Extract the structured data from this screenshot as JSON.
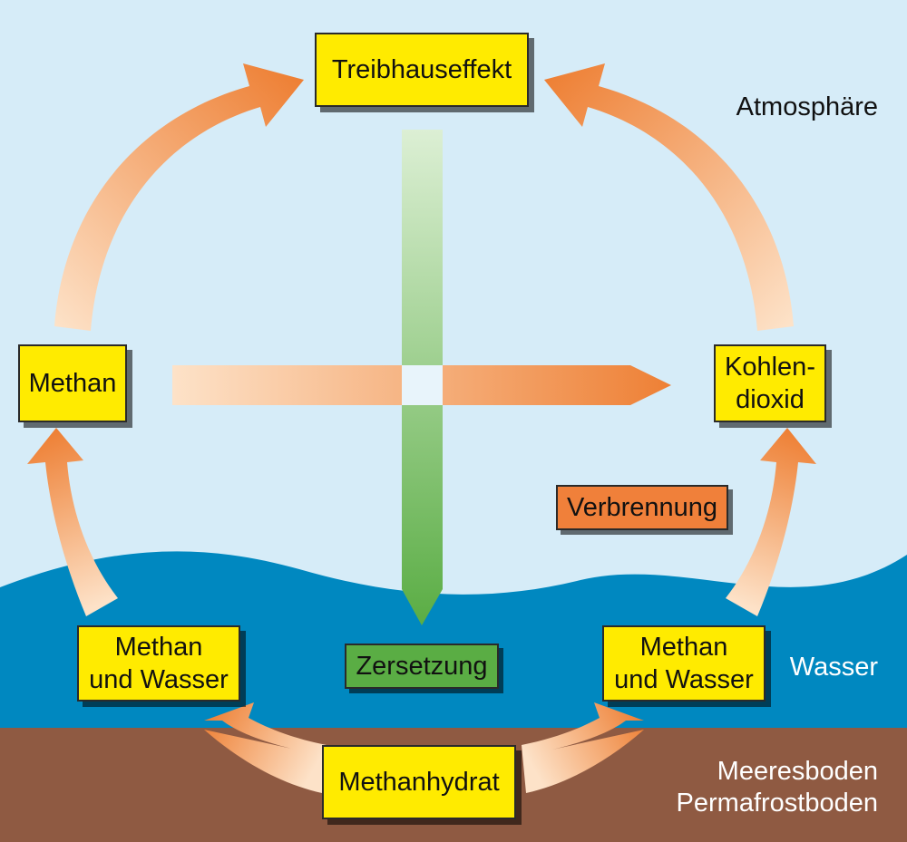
{
  "nodes": {
    "treibhauseffekt": "Treibhauseffekt",
    "methan": "Methan",
    "kohlendioxid": [
      "Kohlen-",
      "dioxid"
    ],
    "methan_wasser_left": [
      "Methan",
      "und Wasser"
    ],
    "methan_wasser_right": [
      "Methan",
      "und Wasser"
    ],
    "methanhydrat": "Methanhydrat"
  },
  "processes": {
    "verbrennung": "Verbrennung",
    "zersetzung": "Zersetzung"
  },
  "zones": {
    "atmosphaere": "Atmosphäre",
    "wasser": "Wasser",
    "meeresboden": "Meeresboden",
    "permafrostboden": "Permafrostboden"
  },
  "colors": {
    "sky": "#d6ecf8",
    "water": "#0088c0",
    "ground": "#8f5a42",
    "box_fill": "#ffeb00",
    "arrow_orange": "#ee8035",
    "arrow_light": "#fde2c8",
    "arrow_green": "#5aad44",
    "verbrennung_fill": "#f0803a",
    "zersetzung_fill": "#5aad44"
  }
}
